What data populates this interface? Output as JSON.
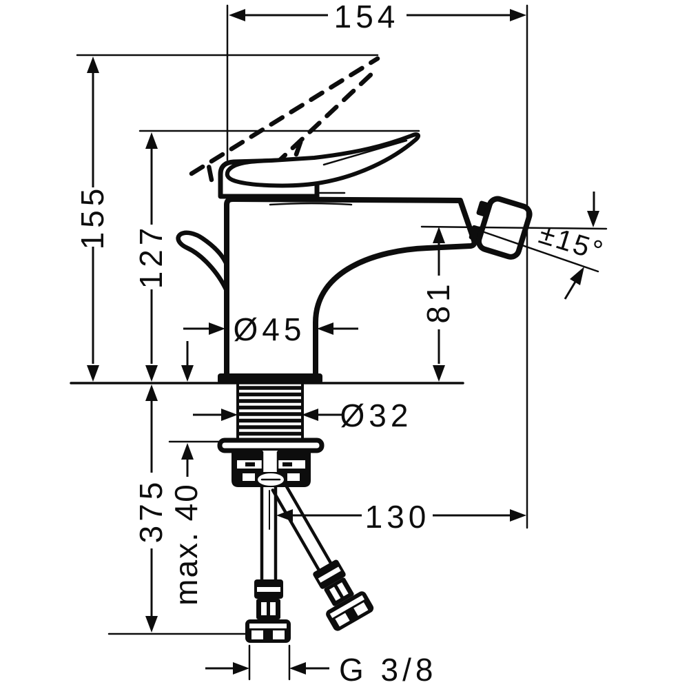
{
  "labels": {
    "overall_width": "154",
    "overall_height": "155",
    "handle_height": "127",
    "spout_height": "81",
    "spray_angle": "±15°",
    "body_diameter": "Ø45",
    "shank_diameter": "Ø32",
    "below_deck_length": "375",
    "max_mounting_thickness": "max. 40",
    "hose_horizontal_reach": "130",
    "thread_size": "G 3/8"
  },
  "colors": {
    "ink": "#0d0d0d",
    "paper": "#ffffff"
  }
}
